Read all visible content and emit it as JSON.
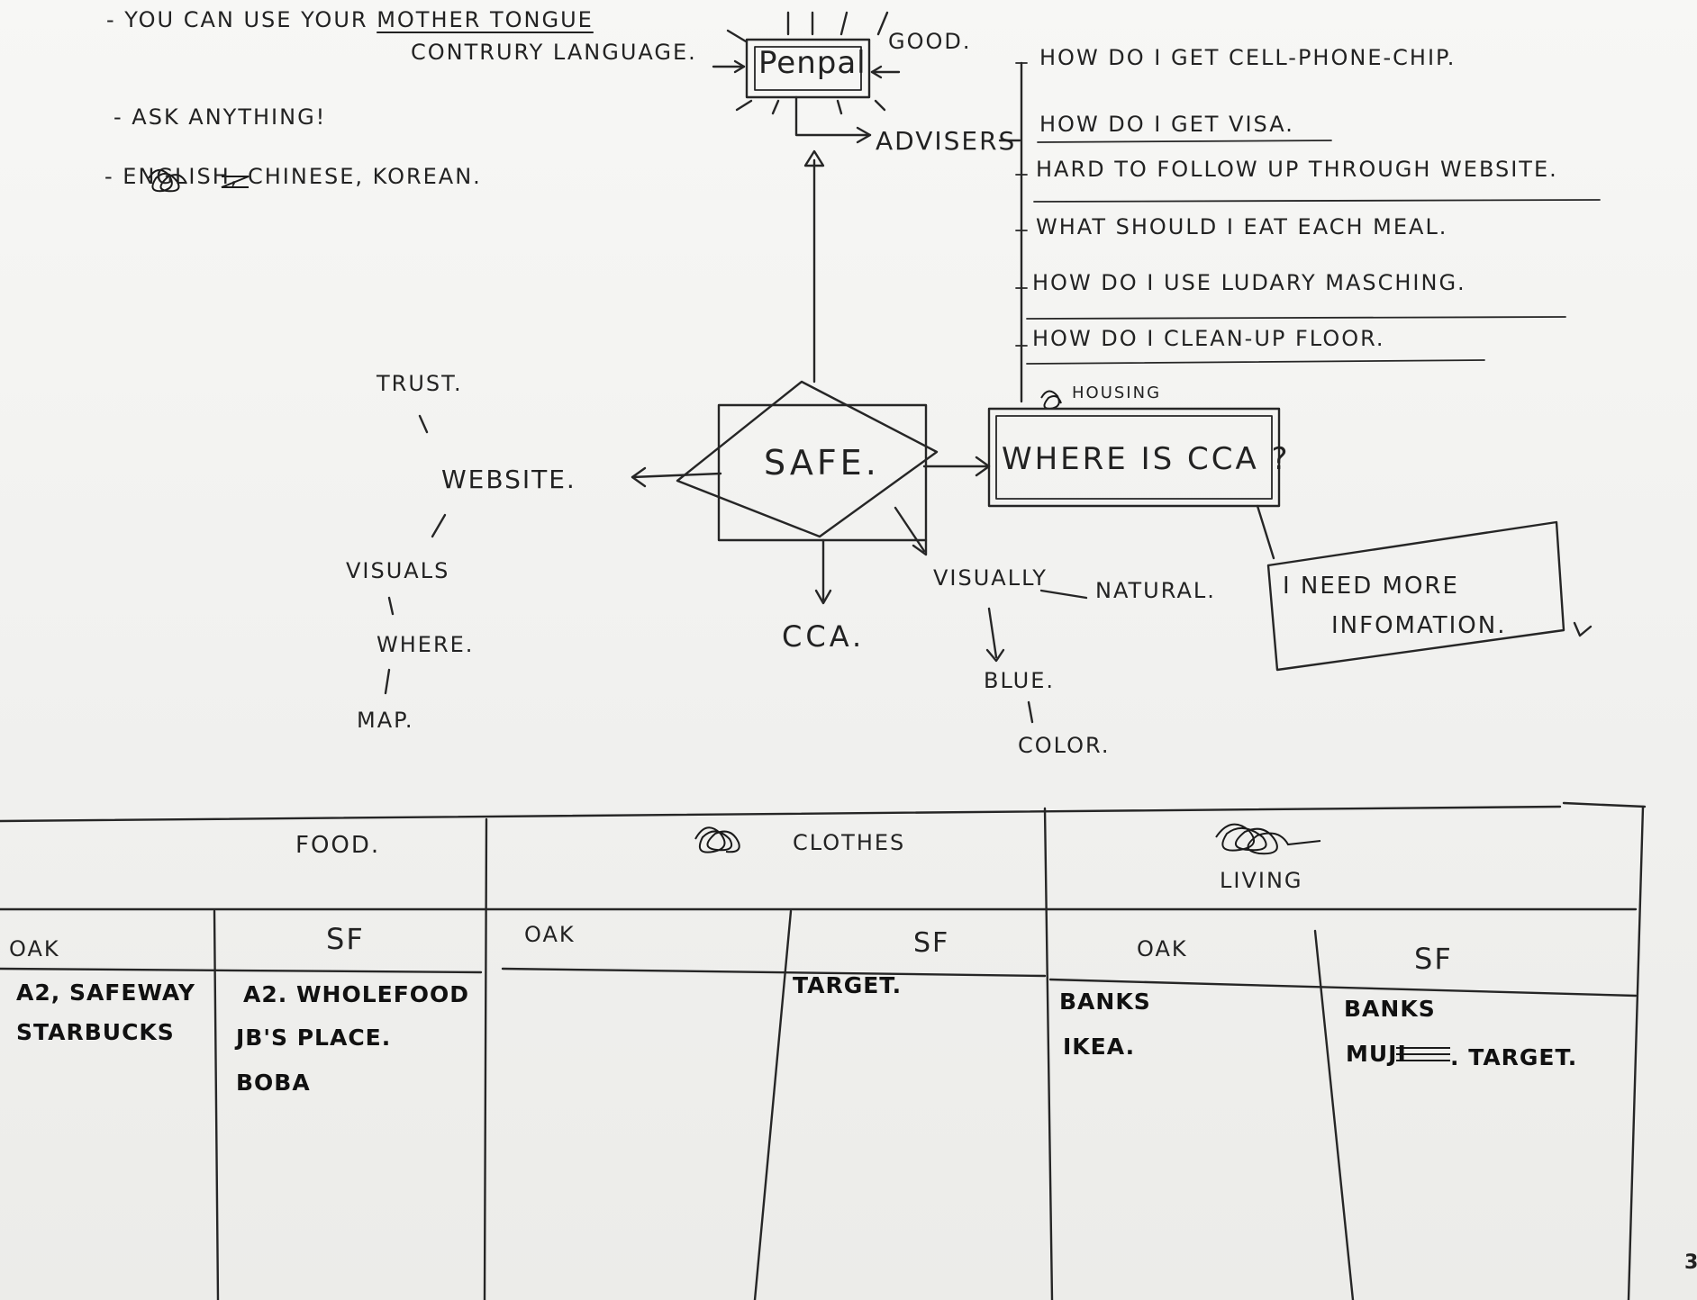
{
  "notes": {
    "note1_line1_a": "- YOU CAN USE YOUR",
    "note1_line1_struck": "MOTHER TONGUE",
    "note1_line2": "CONTRURY LANGUAGE.",
    "note2": "- ASK ANYTHING!",
    "note3": "- ENGLISH, CHINESE, KOREAN."
  },
  "penpal": {
    "label": "Penpal",
    "good": "GOOD.",
    "adviser": "ADVISERS"
  },
  "adviser_questions": [
    "HOW DO I GET CELL-PHONE-CHIP.",
    "HOW DO I GET VISA.",
    "HARD TO FOLLOW UP THROUGH WEBSITE.",
    "WHAT SHOULD I EAT EACH MEAL.",
    "HOW DO I USE LUDARY MASCHING.",
    "HOW DO I CLEAN-UP FLOOR.",
    "HOUSING"
  ],
  "center": {
    "safe": "SAFE.",
    "where_cca": "WHERE IS CCA ?",
    "need_info_line1": "I NEED MORE",
    "need_info_line2": "INFOMATION.",
    "cca": "CCA.",
    "visually": "VISUALLY",
    "natural": "NATURAL.",
    "blue": "BLUE.",
    "color": "COLOR."
  },
  "website_branch": {
    "trust": "TRUST.",
    "website": "WEBSITE.",
    "visuals": "VISUALS",
    "where": "WHERE.",
    "map": "MAP."
  },
  "table": {
    "categories": [
      "FOOD.",
      "CLOTHES",
      "LIVING"
    ],
    "sub_headers": [
      "OAK",
      "SF",
      "OAK",
      "SF",
      "OAK",
      "SF"
    ],
    "cells": {
      "food_oak": [
        "A2, SAFEWAY",
        "STARBUCKS"
      ],
      "food_sf": [
        "A2. WHOLEFOOD",
        "JB'S PLACE.",
        "BOBA"
      ],
      "clothes_oak": [],
      "clothes_sf": [
        "TARGET."
      ],
      "living_oak": [
        "BANKS",
        "IKEA."
      ],
      "living_sf_1": "BANKS",
      "living_sf_2a": "MUJI",
      "living_sf_2b": ". TARGET."
    }
  },
  "page_number": "3"
}
